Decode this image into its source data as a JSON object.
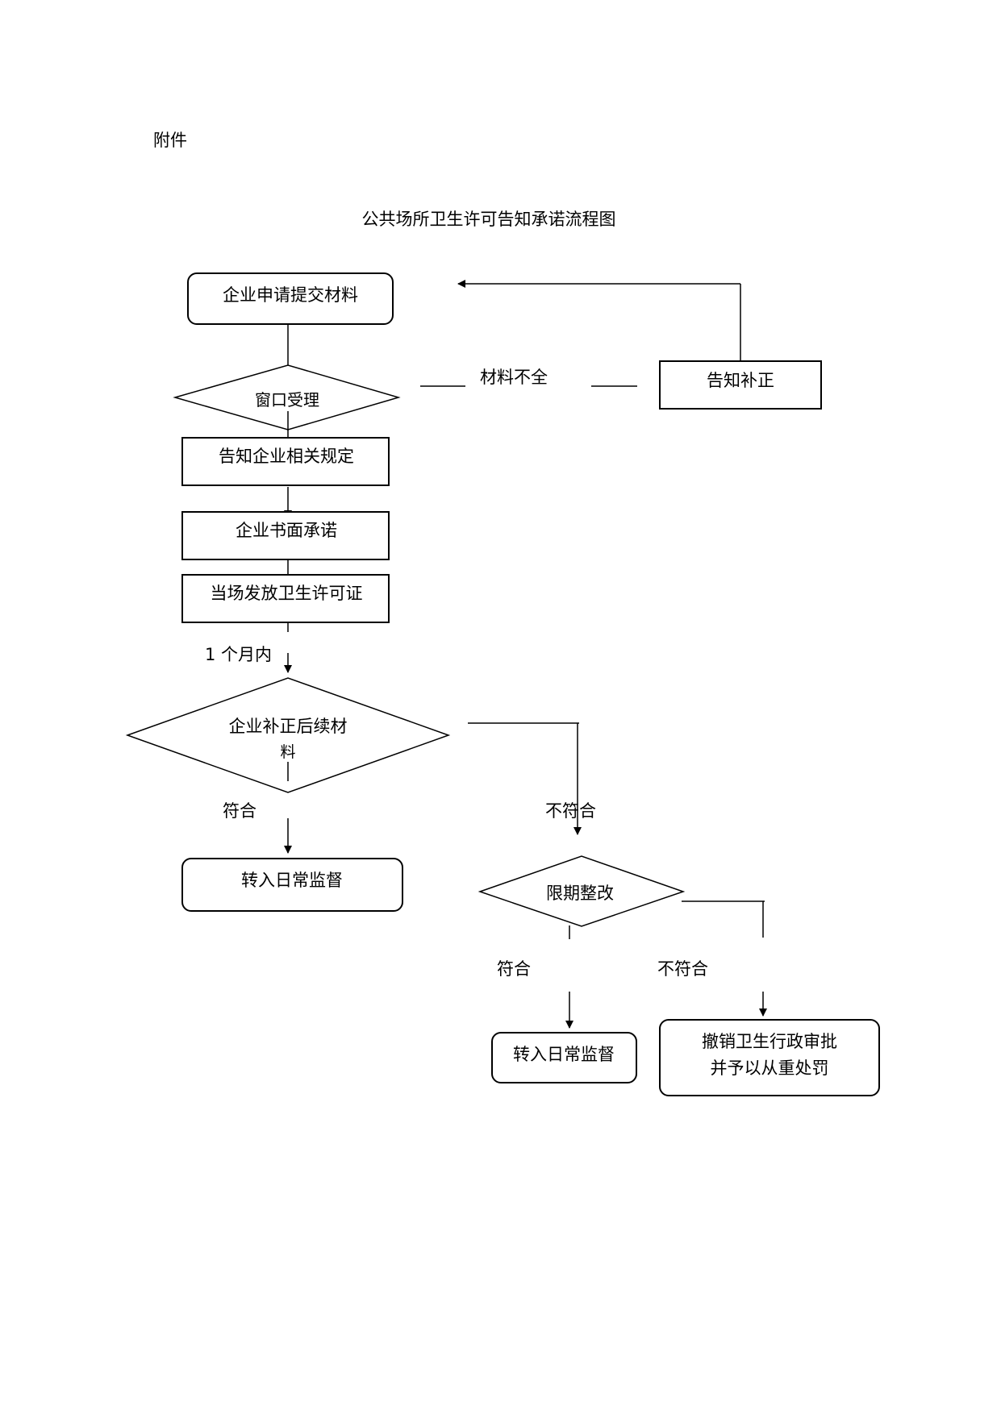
{
  "header": {
    "attachment_label": "附件",
    "title": "公共场所卫生许可告知承诺流程图"
  },
  "nodes": {
    "submit": "企业申请提交材料",
    "window": "窗口受理",
    "notify_rules": "告知企业相关规定",
    "written_promise": "企业书面承诺",
    "issue_license": "当场发放卫生许可证",
    "supplement_line1": "企业补正后续材",
    "supplement_line2": "料",
    "daily_supervision_1": "转入日常监督",
    "rectify": "限期整改",
    "daily_supervision_2": "转入日常监督",
    "revoke_line1": "撤销卫生行政审批",
    "revoke_line2": "并予以从重处罚",
    "notify_correct": "告知补正"
  },
  "edges": {
    "incomplete": "材料不全",
    "within_month": "1 个月内",
    "pass_1": "符合",
    "fail_1": "不符合",
    "pass_2": "符合",
    "fail_2": "不符合"
  }
}
